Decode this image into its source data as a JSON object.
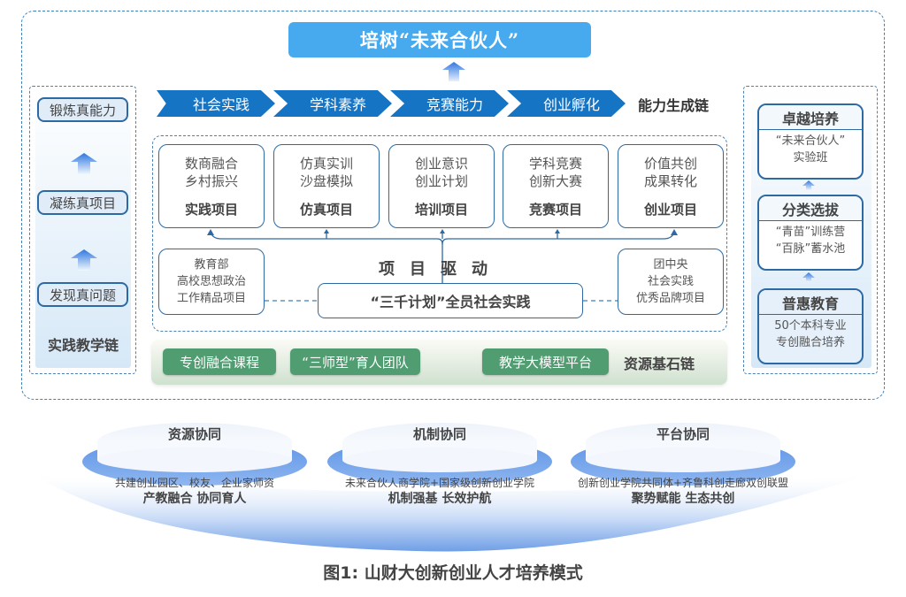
{
  "title": "培树“未来合伙人”",
  "ability_chain": {
    "steps": [
      "社会实践",
      "学科素养",
      "竞赛能力",
      "创业孵化"
    ],
    "label": "能力生成链"
  },
  "practice_chain": {
    "items": [
      "锻炼真能力",
      "凝练真项目",
      "发现真问题"
    ],
    "label": "实践教学链"
  },
  "talent_chain": {
    "cards": [
      {
        "head": "卓越培养",
        "body": [
          "“未来合伙人”",
          "实验班"
        ]
      },
      {
        "head": "分类选拔",
        "body": [
          "“青苗”训练营",
          "“百脉”蓄水池"
        ]
      },
      {
        "head": "普惠教育",
        "body": [
          "50个本科专业",
          "专创融合培养"
        ]
      }
    ]
  },
  "projects": [
    {
      "line1": "数商融合",
      "line2": "乡村振兴",
      "type": "实践项目"
    },
    {
      "line1": "仿真实训",
      "line2": "沙盘模拟",
      "type": "仿真项目"
    },
    {
      "line1": "创业意识",
      "line2": "创业计划",
      "type": "培训项目"
    },
    {
      "line1": "学科竞赛",
      "line2": "创新大赛",
      "type": "竞赛项目"
    },
    {
      "line1": "价值共创",
      "line2": "成果转化",
      "type": "创业项目"
    }
  ],
  "drive": {
    "label": "项目驱动",
    "plan": "“三千计划”全员社会实践",
    "left_card": [
      "教育部",
      "高校思想政治",
      "工作精品项目"
    ],
    "right_card": [
      "团中央",
      "社会实践",
      "优秀品牌项目"
    ]
  },
  "resource_chain": {
    "items": [
      "专创融合课程",
      "“三师型”育人团队",
      "教学大模型平台"
    ],
    "label": "资源基石链"
  },
  "synergy": [
    {
      "title": "资源协同",
      "sub": "共建创业园区、校友、企业家师资",
      "bold": "产教融合 协同育人"
    },
    {
      "title": "机制协同",
      "sub": "未来合伙人商学院+国家级创新创业学院",
      "bold": "机制强基 长效护航"
    },
    {
      "title": "平台协同",
      "sub": "创新创业学院共同体+齐鲁科创走廊双创联盟",
      "bold": "聚势赋能 生态共创"
    }
  ],
  "caption": "图1: 山财大创新创业人才培养模式",
  "colors": {
    "title_bg": "#47a9ee",
    "chevron": "#1574c4",
    "border": "#2d6aa3",
    "resource_pill": "#4f9d70",
    "disc": "#6b9fe8"
  }
}
